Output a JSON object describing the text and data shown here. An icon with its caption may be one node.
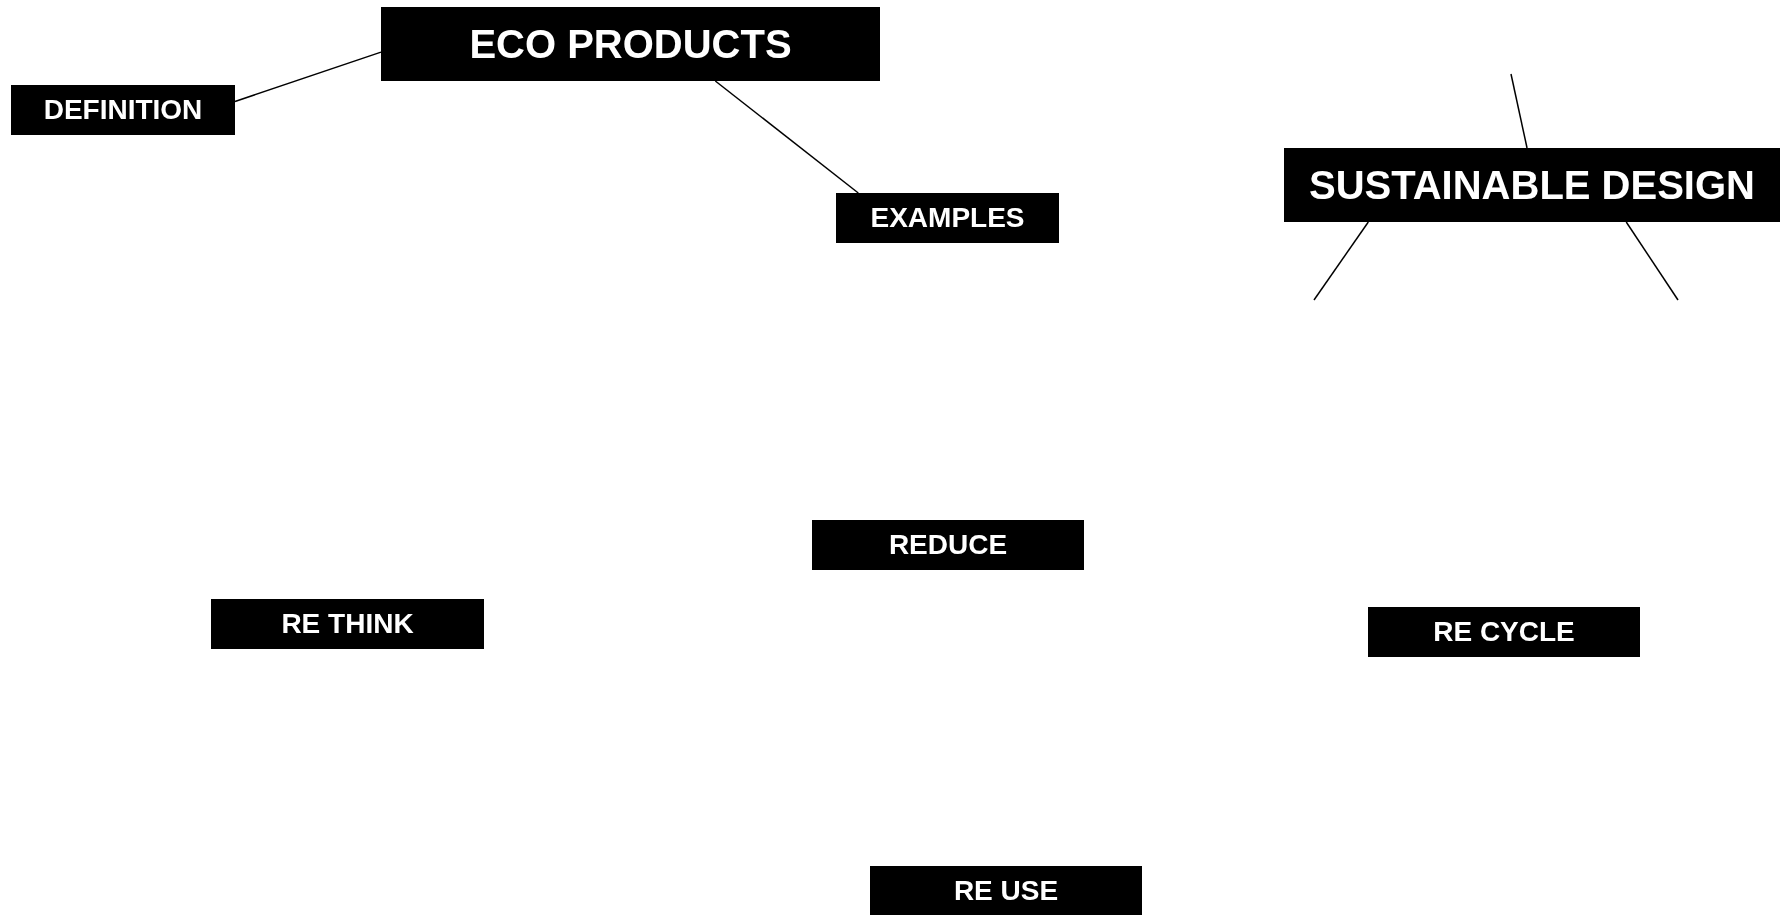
{
  "diagram": {
    "nodes": [
      {
        "text": [
          "ECO PRODUCTS"
        ]
      },
      {
        "text": [
          "DEFINITION"
        ]
      },
      {
        "text": [
          "EXAMPLES"
        ]
      },
      {
        "text": [
          "SUSTAINABLE DESIGN"
        ]
      },
      {
        "text": [
          "REDUCE"
        ]
      },
      {
        "text": [
          "RE THINK"
        ]
      },
      {
        "text": [
          "RE CYCLE"
        ]
      },
      {
        "text": [
          "RE USE"
        ]
      }
    ],
    "edges": [
      {
        "from": 0,
        "to": 1,
        "arrow": "none"
      },
      {
        "from": 0,
        "to": 2,
        "arrow": "none"
      },
      {
        "from": 3,
        "to": null,
        "arrow": "none"
      },
      {
        "from": 3,
        "to": null,
        "arrow": "none"
      },
      {
        "from": 3,
        "to": null,
        "arrow": "none"
      }
    ]
  }
}
